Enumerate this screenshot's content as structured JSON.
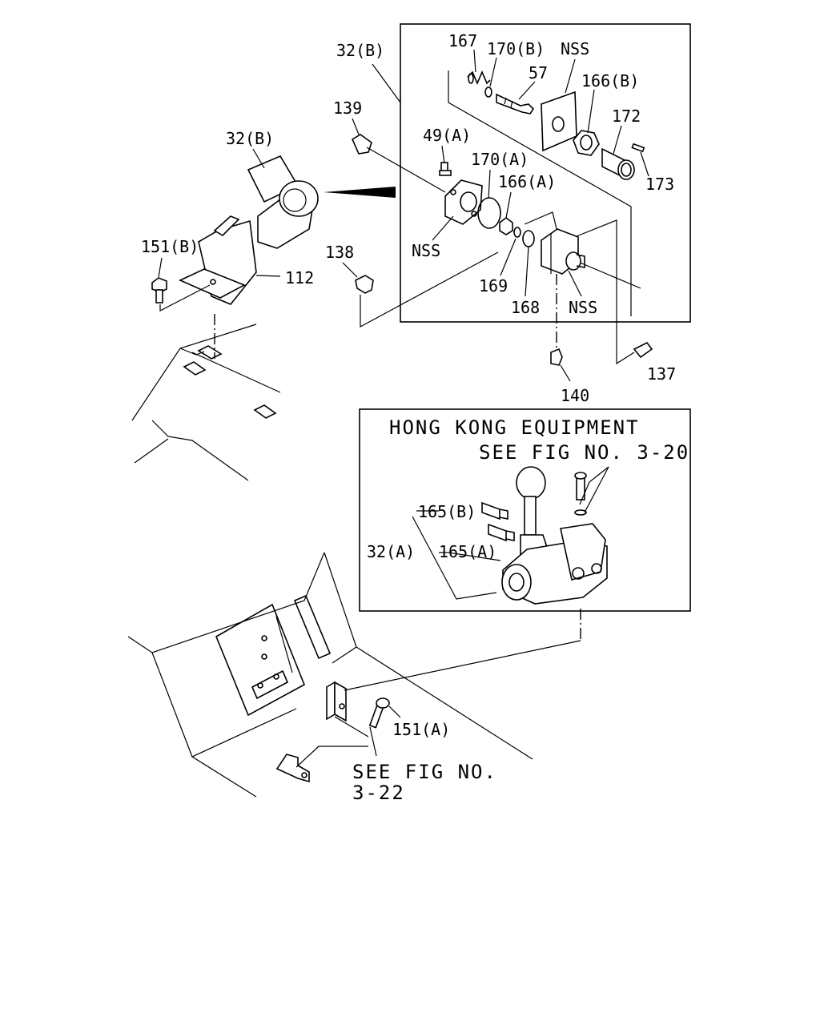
{
  "labels": {
    "l32b_top": "32(B)",
    "l167": "167",
    "l170b": "170(B)",
    "lnss_top": "NSS",
    "l57": "57",
    "l166b": "166(B)",
    "l172": "172",
    "l173": "173",
    "l139": "139",
    "l49a": "49(A)",
    "l170a": "170(A)",
    "l166a": "166(A)",
    "l32b_left": "32(B)",
    "lnss_left": "NSS",
    "l151b": "151(B)",
    "l112": "112",
    "l138": "138",
    "l169": "169",
    "l168": "168",
    "lnss_right": "NSS",
    "l137": "137",
    "l140": "140",
    "l165b": "165(B)",
    "l32a": "32(A)",
    "l165a": "165(A)",
    "l151a": "151(A)"
  },
  "notes": {
    "hk_line1": "HONG KONG EQUIPMENT",
    "hk_line2": "SEE FIG NO. 3-20",
    "see_fig_line1": "SEE FIG NO.",
    "see_fig_line2": "3-22"
  }
}
